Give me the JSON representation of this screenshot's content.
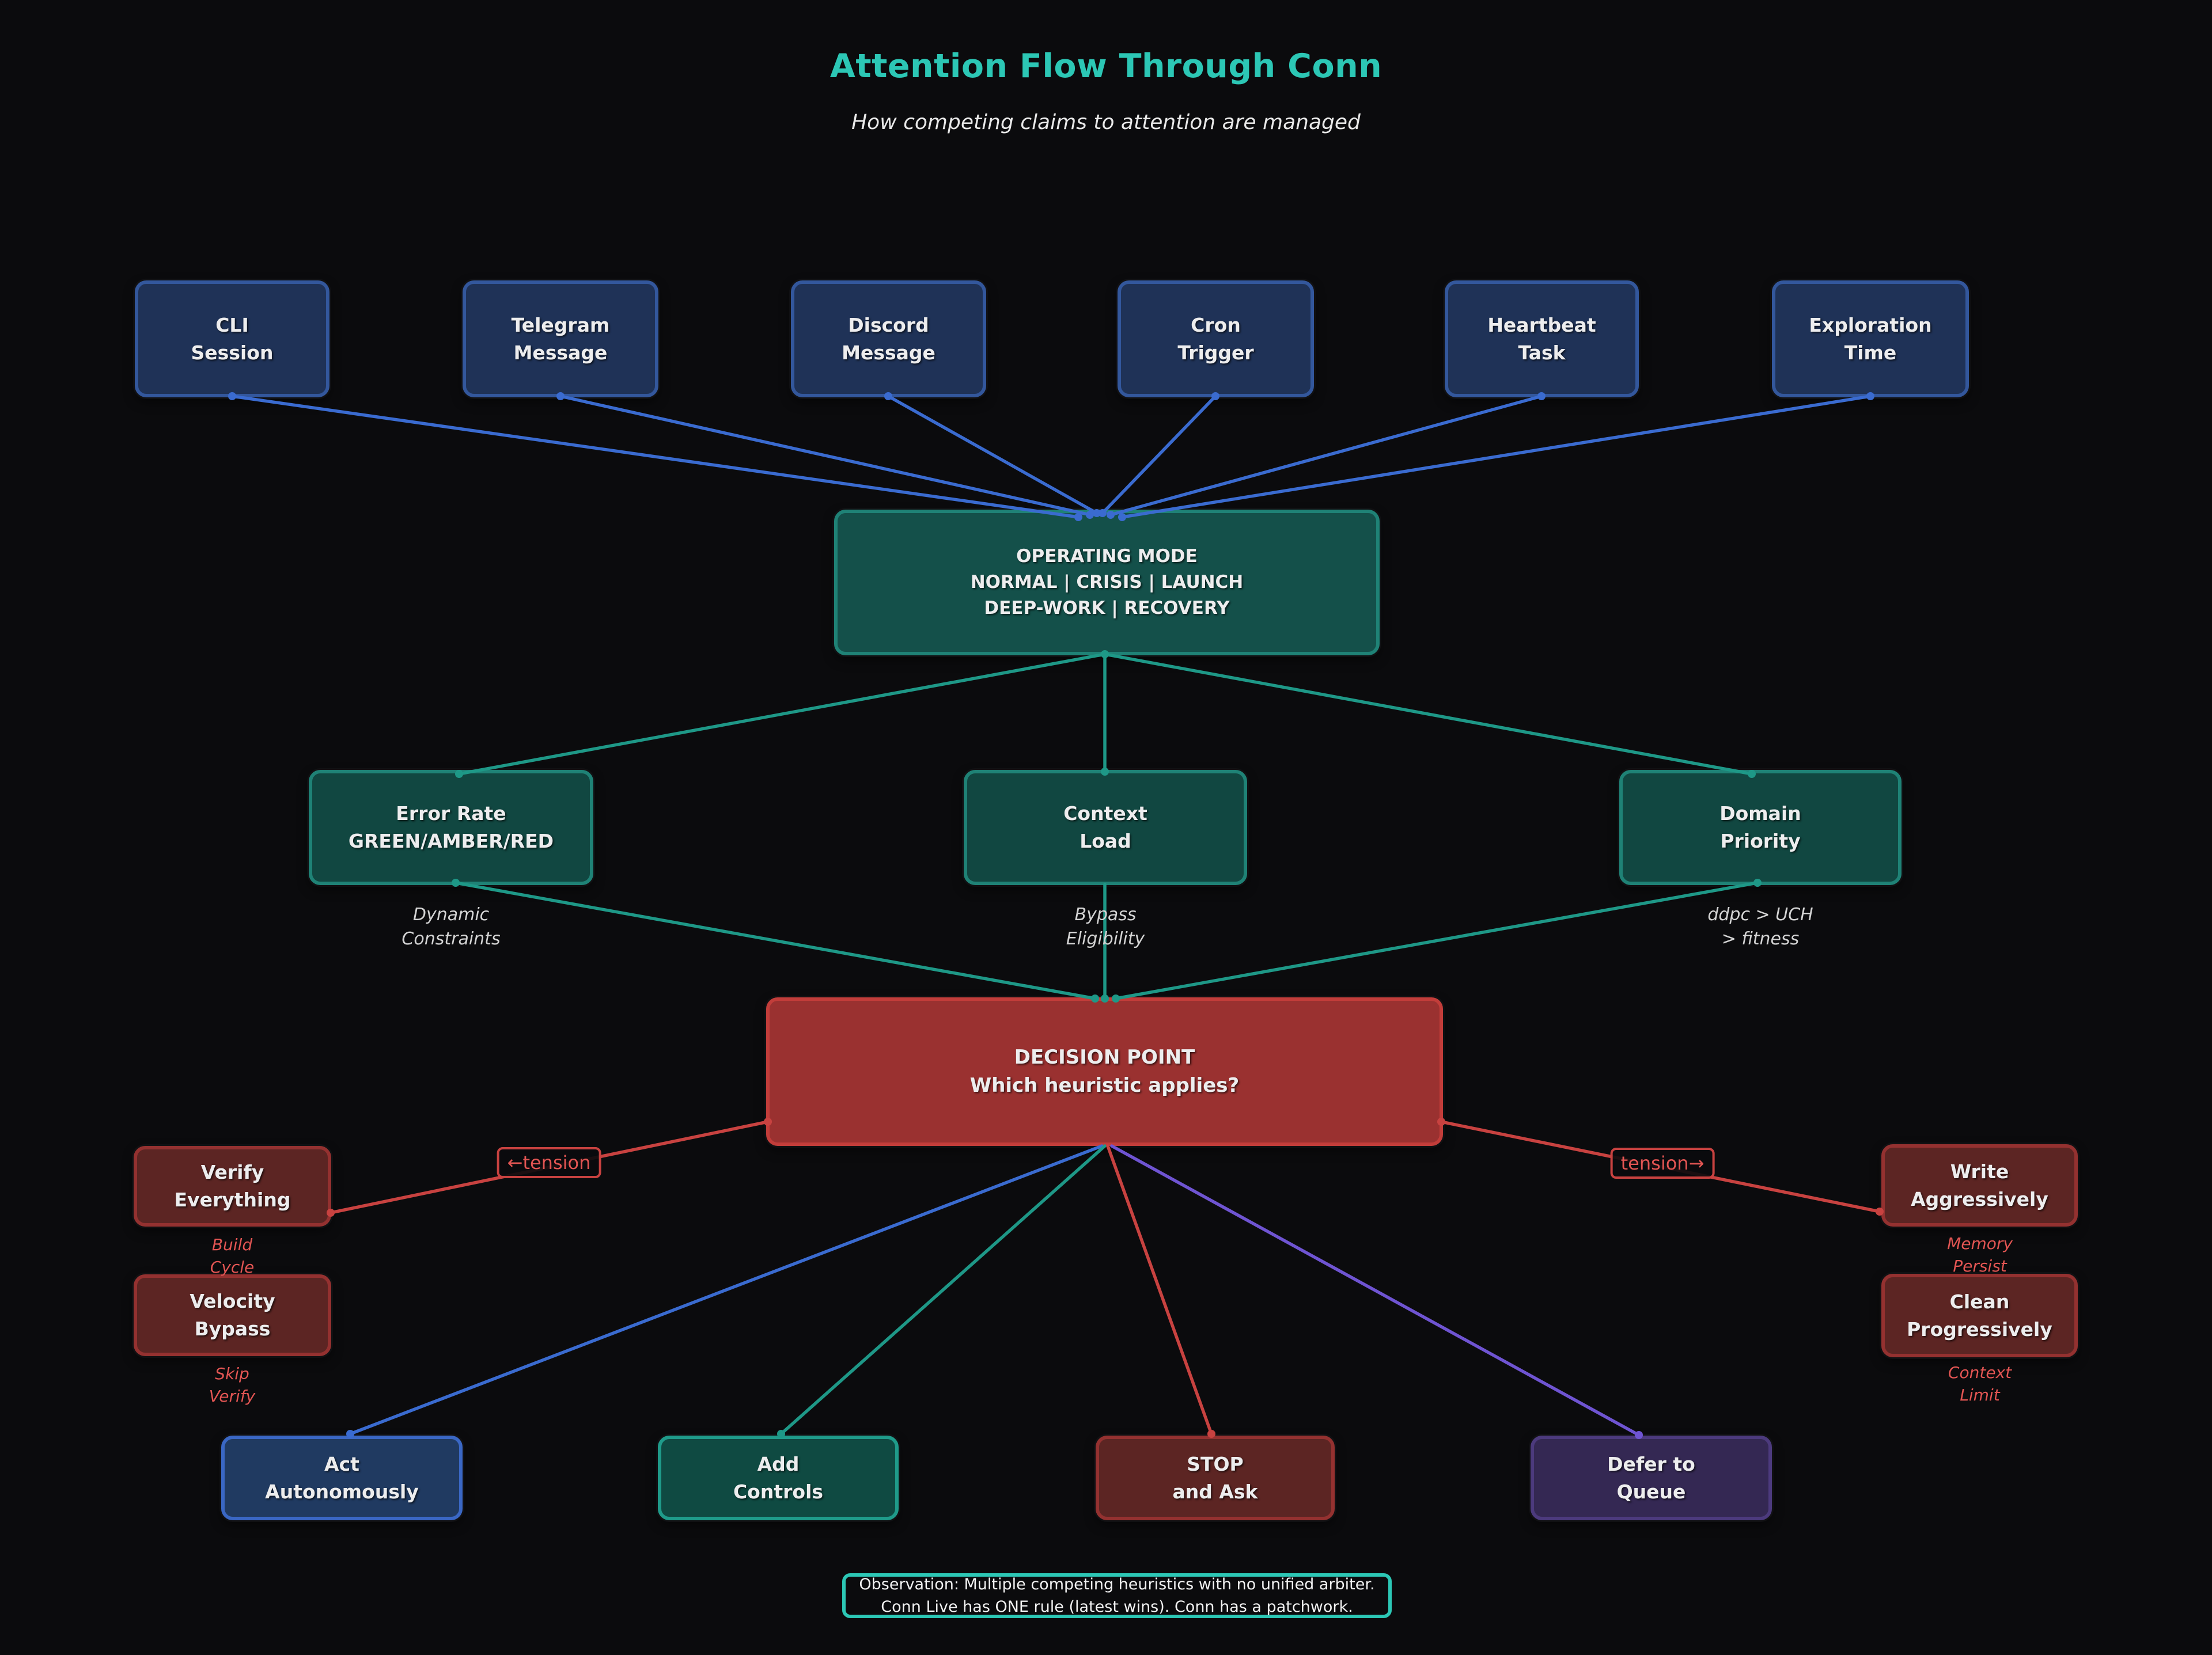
{
  "title": "Attention Flow Through Conn",
  "subtitle": "How competing claims to attention are managed",
  "nodes": {
    "cli": "CLI\nSession",
    "telegram": "Telegram\nMessage",
    "discord": "Discord\nMessage",
    "cron": "Cron\nTrigger",
    "heartbeat": "Heartbeat\nTask",
    "exploration": "Exploration\nTime",
    "operating_mode": "OPERATING MODE\nNORMAL | CRISIS | LAUNCH\nDEEP-WORK | RECOVERY",
    "error_rate": "Error Rate\nGREEN/AMBER/RED",
    "context_load": "Context\nLoad",
    "domain_priority": "Domain\nPriority",
    "decision": "DECISION POINT\nWhich heuristic applies?",
    "verify": "Verify\nEverything",
    "velocity": "Velocity\nBypass",
    "write": "Write\nAggressively",
    "clean": "Clean\nProgressively",
    "act": "Act\nAutonomously",
    "add_controls": "Add\nControls",
    "stop": "STOP\nand Ask",
    "defer": "Defer to\nQueue"
  },
  "annotations": {
    "error_rate_note": "Dynamic\nConstraints",
    "context_load_note": "Bypass\nEligibility",
    "domain_priority_note": "ddpc > UCH\n> fitness",
    "verify_note": "Build\nCycle",
    "velocity_note": "Skip\nVerify",
    "write_note": "Memory\nPersist",
    "clean_note": "Context\nLimit",
    "tension_left": "←tension",
    "tension_right": "tension→"
  },
  "observation": "Observation: Multiple competing heuristics with no unified arbiter.\nConn Live has ONE rule (latest wins). Conn has a patchwork.",
  "colors": {
    "background": "#0b0b0d",
    "title": "#2cc7b5",
    "node_blue_fill": "#1f3257",
    "node_blue_border": "#33579c",
    "node_teal_fill": "#114741",
    "node_teal_border": "#1f8276",
    "node_red_fill": "#9a3130",
    "node_red_border": "#c23d3a",
    "node_maroon_fill": "#5c2523",
    "node_maroon_border": "#943130",
    "node_navy_fill": "#203a61",
    "node_navy_border": "#3a67c4",
    "node_purple_fill": "#342853",
    "node_purple_border": "#4c3a7d",
    "edge_blue": "#3a6bd0",
    "edge_teal": "#1e9887",
    "edge_red": "#c84240",
    "edge_purple": "#6f54d2",
    "note_gray": "#d4d4d4",
    "note_red": "#e25553",
    "observation_border": "#2cc7b5"
  }
}
